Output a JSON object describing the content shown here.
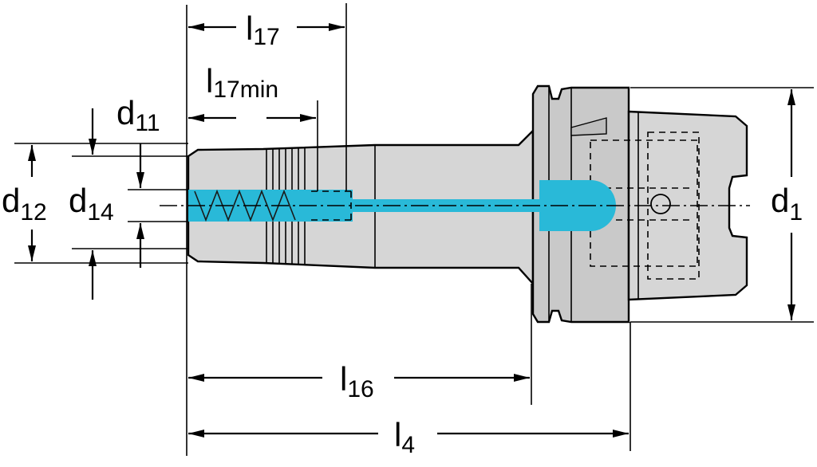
{
  "labels": {
    "l17": {
      "main": "l",
      "sub": "17"
    },
    "l17min": {
      "main": "l",
      "sub": "17min"
    },
    "d11": {
      "main": "d",
      "sub": "11"
    },
    "d12": {
      "main": "d",
      "sub": "12"
    },
    "d14": {
      "main": "d",
      "sub": "14"
    },
    "d1": {
      "main": "d",
      "sub": "1"
    },
    "l16": {
      "main": "l",
      "sub": "16"
    },
    "l4": {
      "main": "l",
      "sub": "4"
    }
  },
  "colors": {
    "coolant_channel": "#29b9d8",
    "body": "#d6d6d6",
    "line": "#000000"
  }
}
